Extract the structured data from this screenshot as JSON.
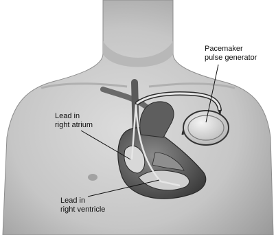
{
  "labels": {
    "generator_line1": "Pacemaker",
    "generator_line2": "pulse generator",
    "atrium_line1": "Lead in",
    "atrium_line2": "right atrium",
    "ventricle_line1": "Lead in",
    "ventricle_line2": "right ventricle"
  },
  "colors": {
    "background": "#ffffff",
    "skin": "#c9c9c9",
    "skin_shadow": "#a9a9a9",
    "heart": "#6e6e6e",
    "heart_dark": "#3a3a3a",
    "lead": "#e6e6e6"
  }
}
